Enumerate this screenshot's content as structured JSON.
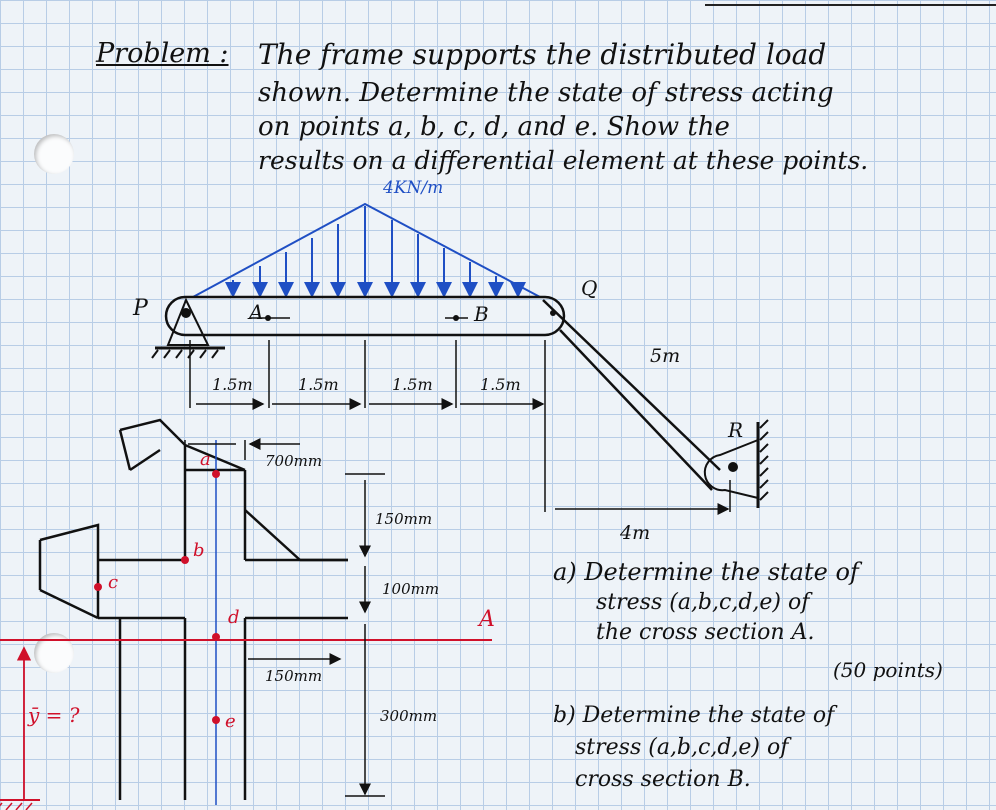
{
  "problem": {
    "label": "Problem :",
    "lines": [
      "The frame supports the distributed load",
      "shown. Determine the state of stress acting",
      "on points a, b, c, d, and e. Show the",
      "results on a differential element at these points."
    ]
  },
  "load": {
    "value": "4KN/m"
  },
  "frame": {
    "support_p": "P",
    "point_q": "Q",
    "point_r": "R",
    "section_a": "A",
    "section_b": "B",
    "member_length": "5m",
    "horizontal_span": "4m",
    "segments": [
      "1.5m",
      "1.5m",
      "1.5m",
      "1.5m"
    ]
  },
  "section": {
    "points": [
      "a",
      "b",
      "c",
      "d",
      "e"
    ],
    "dim_flange_width": "700mm",
    "dim_upper": "150mm",
    "dim_middle": "100mm",
    "dim_lower": "300mm",
    "dim_web": "150mm",
    "centroid_question": "ȳ = ?",
    "neutral_axis_label": "A"
  },
  "questions": {
    "a_lines": [
      "a) Determine the state of",
      "stress (a,b,c,d,e) of",
      "the cross section A."
    ],
    "a_points": "(50 points)",
    "b_lines": [
      "b) Determine the state of",
      "stress (a,b,c,d,e) of",
      "cross section B."
    ]
  },
  "colors": {
    "ink": "#111111",
    "red": "#d0102a",
    "blue": "#1f4fc4",
    "grid": "#b8cde6"
  }
}
